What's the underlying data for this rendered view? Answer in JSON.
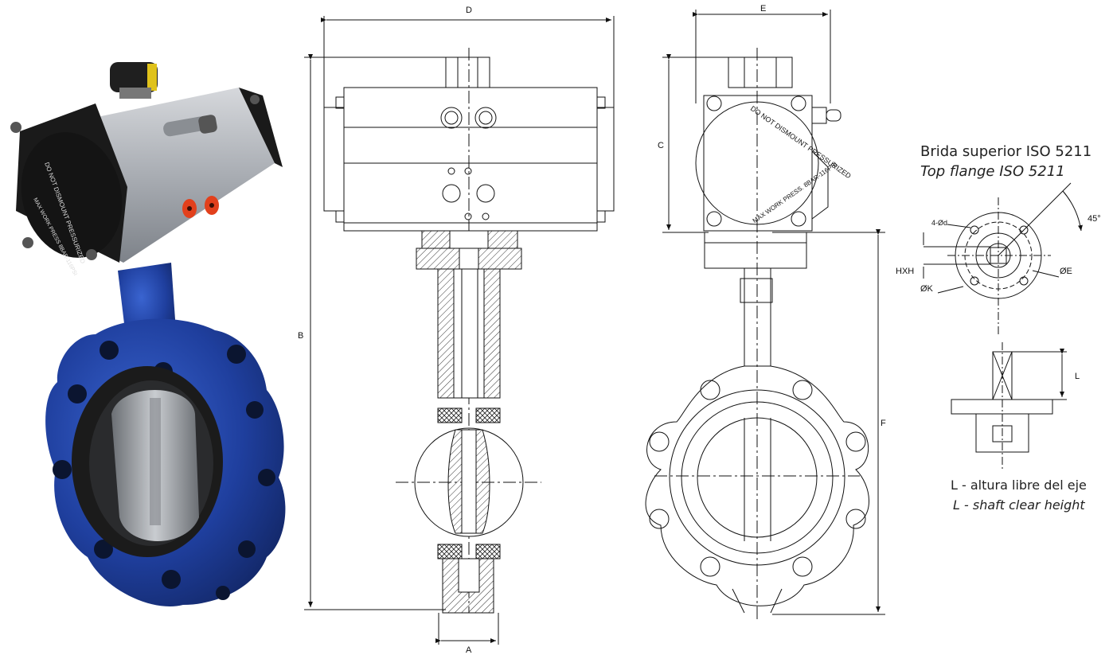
{
  "photo": {
    "actuator_text_1": "DO NOT DISMOUNT PRESSURIZED",
    "actuator_text_2": "MAX WORK PRESS 8BAR-116PSI",
    "colors": {
      "body": "#1f3f9e",
      "actuator": "#b9bcc0",
      "cap": "#1a1a1a",
      "port": "#e2401c"
    }
  },
  "side_view": {
    "dim_d": "D",
    "dim_b": "B",
    "dim_a": "A"
  },
  "front_view": {
    "dim_e": "E",
    "dim_c": "C",
    "dim_f": "F",
    "label_text_1": "DO NOT DISMOUNT PRESSURIZED",
    "label_text_2": "MAX WORK PRESS. 8BAR-116PSI"
  },
  "flange_detail": {
    "title_es": "Brida superior ISO 5211",
    "title_en": "Top flange ISO 5211",
    "angle": "45°",
    "holes": "4-Ød",
    "hxh": "HXH",
    "oe": "ØE",
    "ok": "ØK",
    "l": "L",
    "caption_es": "L - altura libre del eje",
    "caption_en": "L - shaft clear height"
  }
}
